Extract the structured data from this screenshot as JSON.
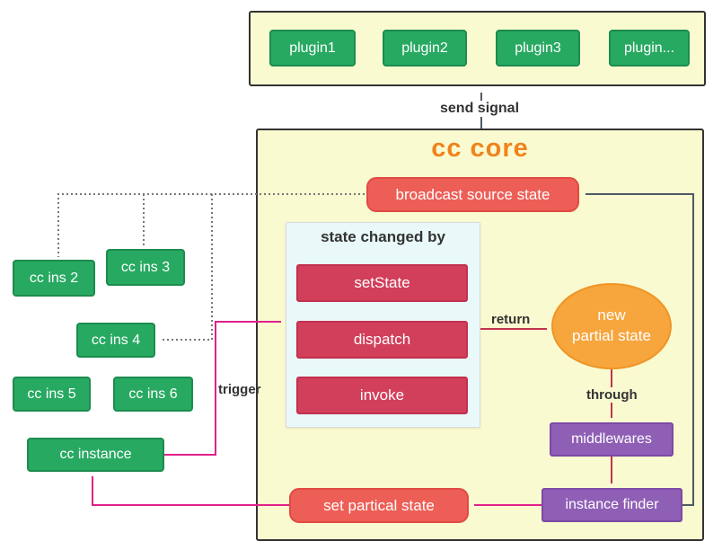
{
  "diagram": {
    "plugins": {
      "items": [
        "plugin1",
        "plugin2",
        "plugin3",
        "plugin..."
      ]
    },
    "labels": {
      "send_signal": "send signal",
      "trigger": "trigger",
      "return_lbl": "return",
      "through": "through"
    },
    "cc_core": {
      "title": "cc core",
      "broadcast": "broadcast source state",
      "state_changed": {
        "title": "state changed by",
        "items": [
          "setState",
          "dispatch",
          "invoke"
        ]
      },
      "new_partial_state": {
        "line1": "new",
        "line2": "partial state"
      },
      "middlewares": "middlewares",
      "instance_finder": "instance finder",
      "set_partical_state": "set partical state"
    },
    "instances": [
      "cc ins 2",
      "cc ins 3",
      "cc ins 4",
      "cc ins 5",
      "cc ins 6",
      "cc instance"
    ],
    "colors": {
      "node_green": "#28A962",
      "panel_yellow": "#FAFAD0",
      "panel_cyan": "#E9F8F8",
      "node_salmon": "#ED5E56",
      "node_crimson": "#D13F5A",
      "node_purple": "#8F5FB6",
      "ellipse_orange": "#F7A53D",
      "title_orange": "#F0831D",
      "arrow_magenta": "#E0218A",
      "arrow_slate": "#4E5A66",
      "arrow_dotted_gray": "#777777",
      "arrow_red": "#C2344E"
    }
  }
}
